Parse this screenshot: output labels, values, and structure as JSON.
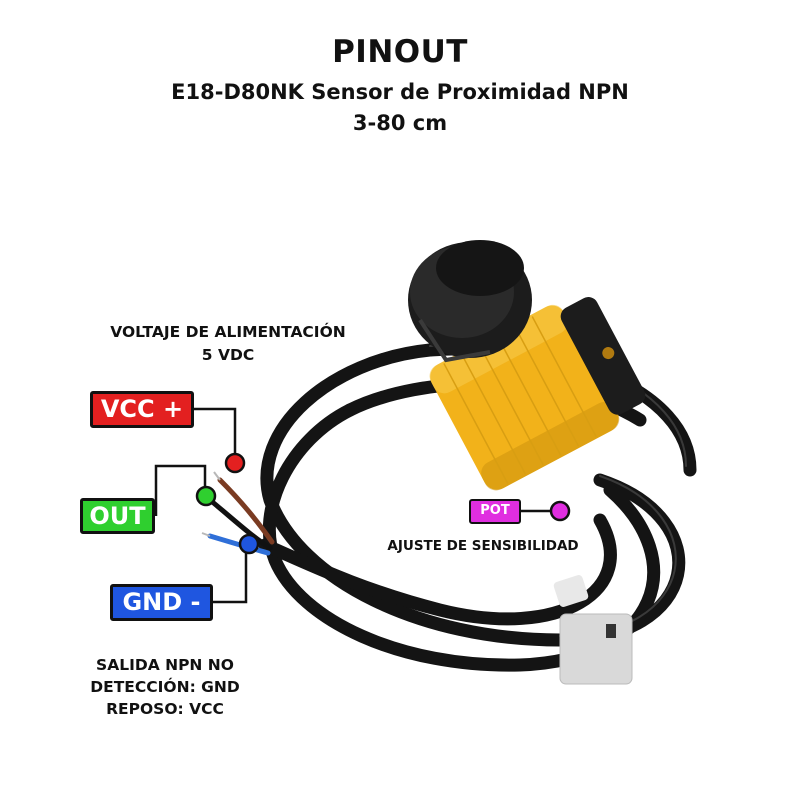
{
  "header": {
    "title": "PINOUT",
    "subtitle": "E18-D80NK Sensor de Proximidad NPN",
    "range": "3-80 cm"
  },
  "pins": {
    "vcc": {
      "label": "VCC +",
      "color": "#e32020"
    },
    "out": {
      "label": "OUT",
      "color": "#2fcf2f"
    },
    "gnd": {
      "label": "GND -",
      "color": "#1f56e0"
    },
    "pot": {
      "label": "POT",
      "color": "#e02ee0"
    }
  },
  "notes": {
    "voltage_line1": "VOLTAJE DE ALIMENTACIÓN",
    "voltage_line2": "5 VDC",
    "sensitivity": "AJUSTE DE SENSIBILIDAD",
    "output_line1": "SALIDA NPN NO",
    "output_line2": "DETECCIÓN: GND",
    "output_line3": "REPOSO: VCC"
  },
  "sensor": {
    "body_color": "#f2b21a",
    "cap_color": "#1c1c1c",
    "cable_color": "#141414"
  }
}
